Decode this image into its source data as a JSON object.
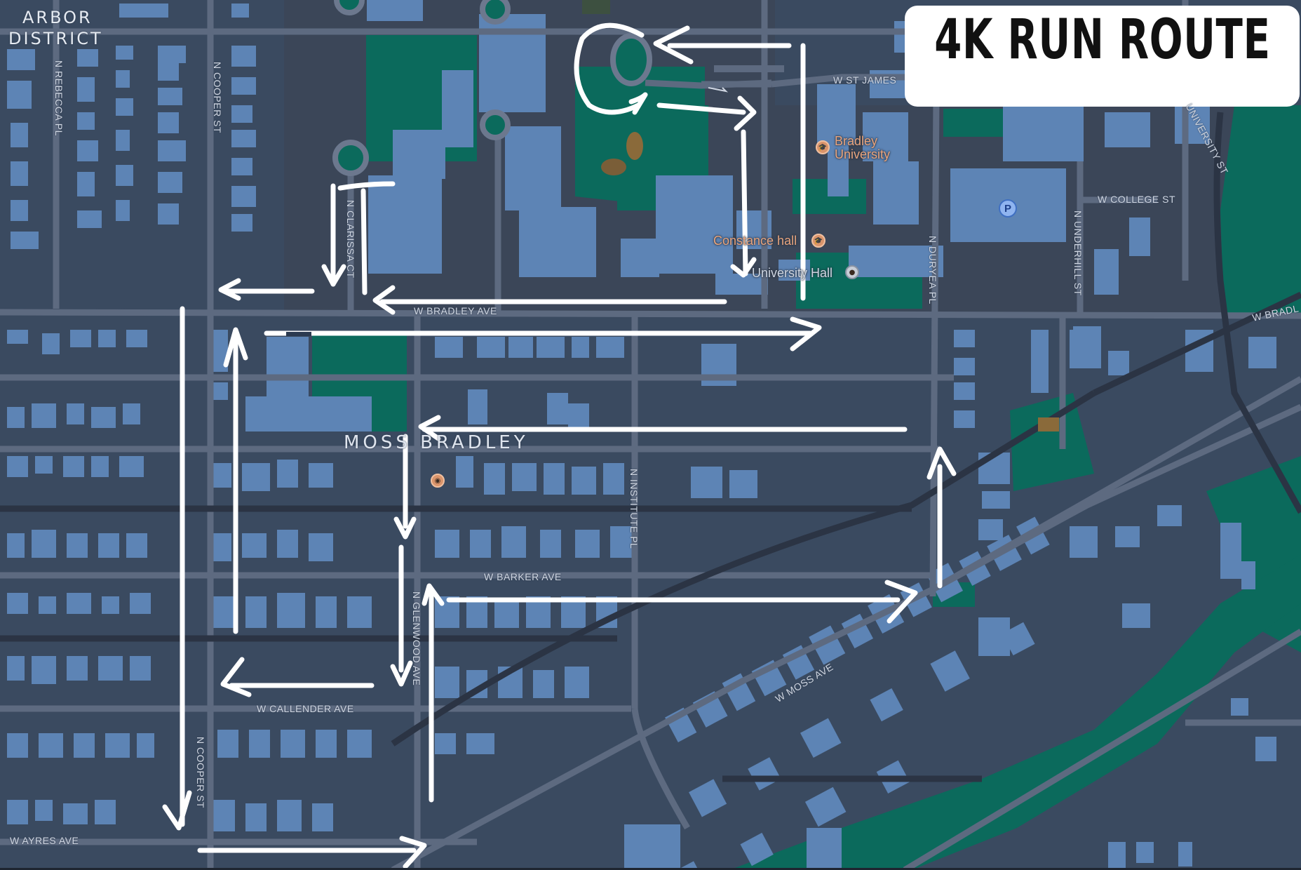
{
  "title_card": {
    "text": "4K RUN ROUTE",
    "background": "#ffffff",
    "text_color": "#111111"
  },
  "map": {
    "theme": "dark",
    "colors": {
      "block": "#3a4a60",
      "road": "#5d6a80",
      "road_dark": "#2b3444",
      "building": "#5d84b5",
      "park": "#0b6a5c",
      "route": "#ffffff",
      "poi": "#e8a57f"
    },
    "district_labels": [
      {
        "text": "ARBOR\nDISTRICT",
        "line1": "ARBOR",
        "line2": "DISTRICT"
      },
      {
        "text": "MOSS BRADLEY"
      }
    ],
    "street_labels": {
      "n_rebecca_pl": "N REBECCA PL",
      "n_cooper_st_top": "N COOPER ST",
      "n_cooper_st_bottom": "N COOPER ST",
      "n_clarissa_ct": "N CLARISSA CT",
      "w_st_james": "W ST JAMES",
      "w_bradley_ave": "W BRADLEY AVE",
      "w_bradley_right": "W BRADL",
      "w_college_st": "W COLLEGE ST",
      "n_duryea_pl": "N DURYEA PL",
      "n_underhill_st": "N UNDERHILL ST",
      "university_st": "UNIVERSITY ST",
      "n_institute_pl": "N INSTITUTE PL",
      "w_barker_ave": "W BARKER AVE",
      "n_glenwood_ave": "N GLENWOOD AVE",
      "w_callender_ave": "W CALLENDER AVE",
      "w_moss_ave": "W MOSS AVE",
      "w_ayres_ave": "W AYRES AVE"
    },
    "pois": [
      {
        "name": "Bradley University",
        "line1": "Bradley",
        "line2": "University",
        "icon": "graduation-cap-icon"
      },
      {
        "name": "Constance hall",
        "icon": "graduation-cap-icon"
      },
      {
        "name": "University Hall",
        "icon": "landmark-icon"
      }
    ],
    "parking_label": "P"
  }
}
